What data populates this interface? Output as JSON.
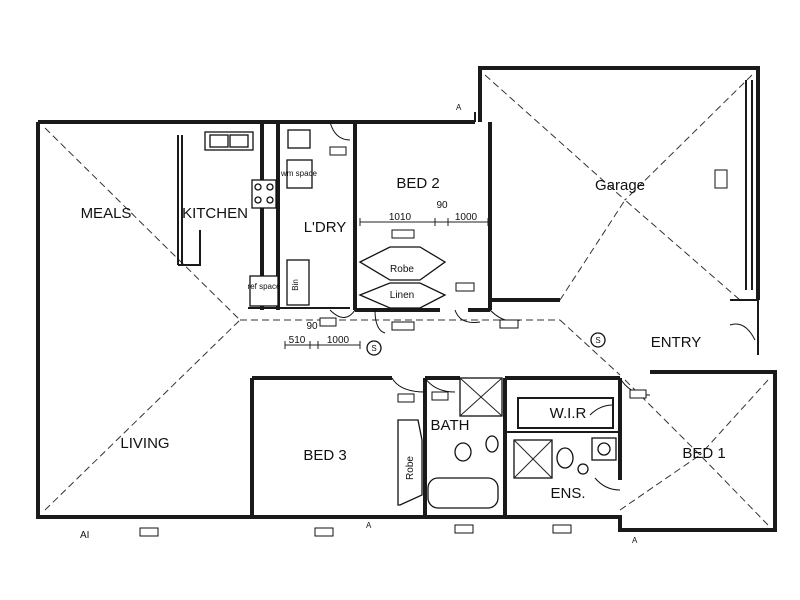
{
  "rooms": {
    "meals": "MEALS",
    "kitchen": "KITCHEN",
    "laundry": "L'DRY",
    "bed2": "BED 2",
    "garage": "Garage",
    "entry": "ENTRY",
    "living": "LIVING",
    "bed3": "BED 3",
    "bath": "BATH",
    "wir": "W.I.R",
    "ens": "ENS.",
    "bed1": "BED 1",
    "robe_bed2": "Robe",
    "linen": "Linen",
    "robe_bed3": "Robe"
  },
  "fixtures": {
    "fridge_space": "ref space",
    "washer_space": "wm space",
    "bin": "Bin"
  },
  "dimensions": {
    "d1": "1010",
    "d2": "90",
    "d3": "1000",
    "d4": "90",
    "d5": "510",
    "d6": "1000"
  },
  "markers": {
    "smoke1": "S",
    "smoke2": "S"
  },
  "corners": {
    "a1": "A",
    "a2": "AI",
    "a3": "A",
    "a4": "A"
  }
}
